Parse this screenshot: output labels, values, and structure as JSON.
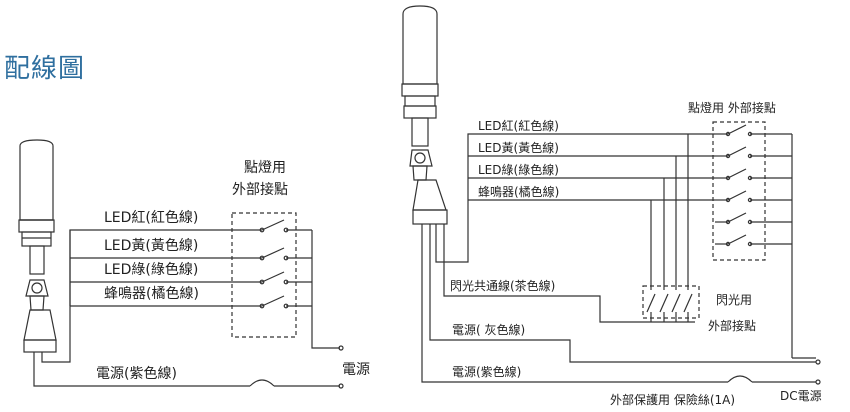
{
  "title": "配線圖",
  "left": {
    "wires": [
      "LED紅(紅色線)",
      "LED黃(黃色線)",
      "LED綠(綠色線)",
      "蜂鳴器(橘色線)"
    ],
    "power_wire": "電源(紫色線)",
    "contact_label_1": "點燈用",
    "contact_label_2": "外部接點",
    "power_label": "電源"
  },
  "right": {
    "wires": [
      "LED紅(紅色線)",
      "LED黃(黃色線)",
      "LED綠(綠色線)",
      "蜂鳴器(橘色線)"
    ],
    "contact_label": "點燈用 外部接點",
    "flash_common": "閃光共通線(茶色線)",
    "flash_label_1": "閃光用",
    "flash_label_2": "外部接點",
    "gray_wire": "電源( 灰色線)",
    "power_wire": "電源(紫色線)",
    "fuse_label": "外部保護用 保險絲(1A)",
    "dc_label": "DC電源"
  }
}
